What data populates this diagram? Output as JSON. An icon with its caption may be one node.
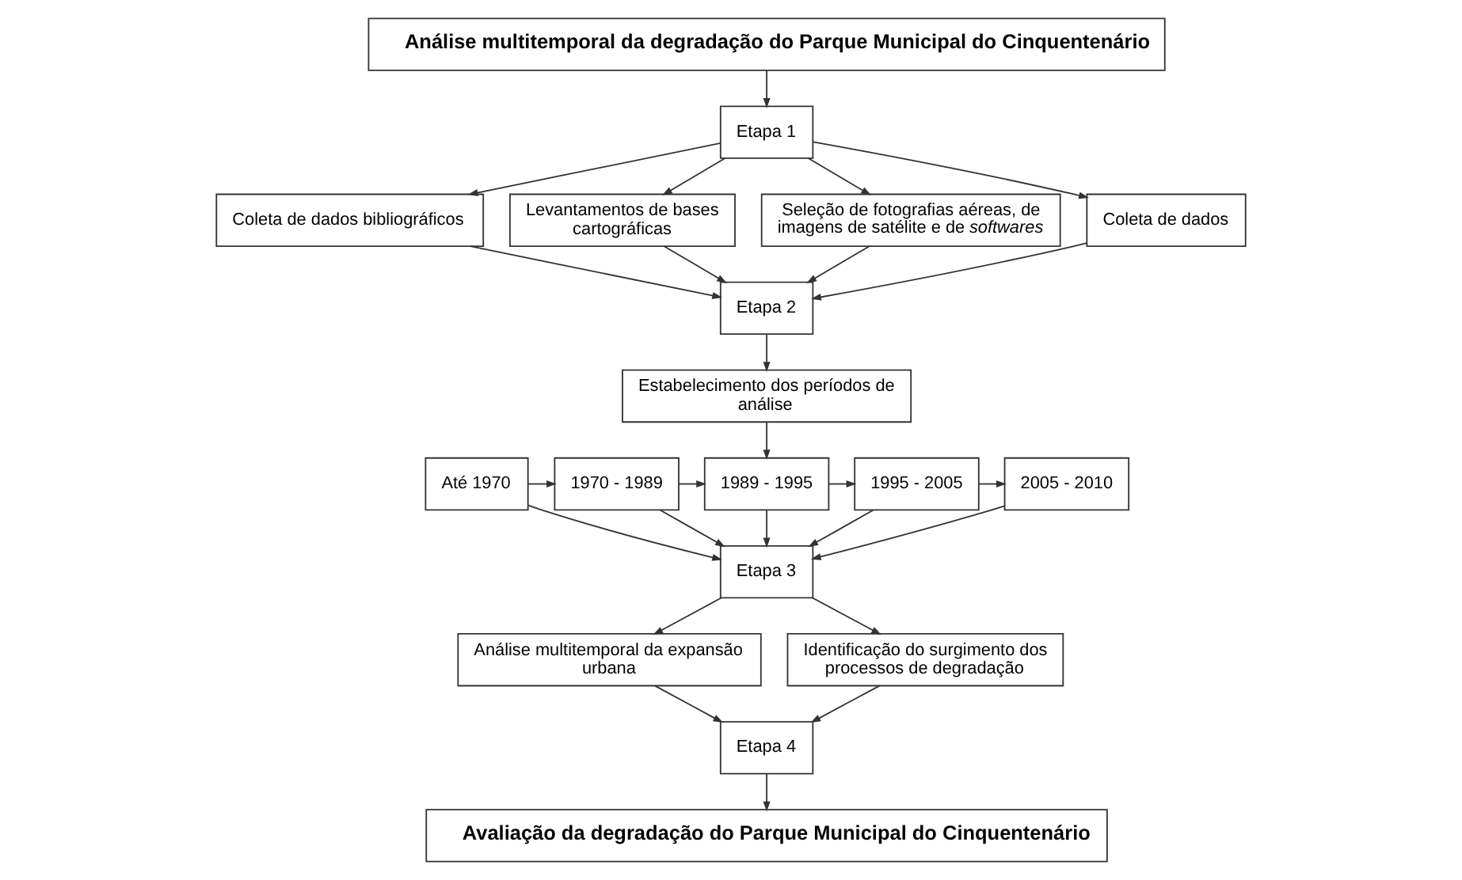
{
  "diagram": {
    "nodes": [
      {
        "text": [
          "Análise multitemporal da degradação do Parque Municipal do Cinquentenário"
        ]
      },
      {
        "text": [
          "Etapa 1"
        ]
      },
      {
        "text": [
          "Coleta de dados bibliográficos"
        ]
      },
      {
        "text": [
          "Levantamentos de bases cartográficas"
        ]
      },
      {
        "text": [
          "Seleção de fotografias aéreas, de imagens de satélite e de *softwares*"
        ]
      },
      {
        "text": [
          "Coleta de dados"
        ]
      },
      {
        "text": [
          "Etapa 2"
        ]
      },
      {
        "text": [
          "Estabelecimento dos períodos de análise"
        ]
      },
      {
        "text": [
          "Até 1970"
        ]
      },
      {
        "text": [
          "1970 - 1989"
        ]
      },
      {
        "text": [
          "1989 - 1995"
        ]
      },
      {
        "text": [
          "1995 - 2005"
        ]
      },
      {
        "text": [
          "2005 - 2010"
        ]
      },
      {
        "text": [
          "Etapa 3"
        ]
      },
      {
        "text": [
          "Análise multitemporal da expansão urbana"
        ]
      },
      {
        "text": [
          "Identificação do surgimento dos processos de degradação"
        ]
      },
      {
        "text": [
          "Etapa 4"
        ]
      },
      {
        "text": [
          "Avaliação da degradação do Parque Municipal do Cinquentenário"
        ]
      }
    ],
    "edges": [
      {
        "from": 0,
        "to": 1,
        "arrow": "to"
      },
      {
        "from": 1,
        "to": 2,
        "arrow": "to"
      },
      {
        "from": 1,
        "to": 3,
        "arrow": "to"
      },
      {
        "from": 1,
        "to": 4,
        "arrow": "to"
      },
      {
        "from": 1,
        "to": 5,
        "arrow": "to"
      },
      {
        "from": 2,
        "to": 6,
        "arrow": "to"
      },
      {
        "from": 3,
        "to": 6,
        "arrow": "to"
      },
      {
        "from": 4,
        "to": 6,
        "arrow": "to"
      },
      {
        "from": 5,
        "to": 6,
        "arrow": "to"
      },
      {
        "from": 6,
        "to": 7,
        "arrow": "to"
      },
      {
        "from": 7,
        "to": 10,
        "arrow": "to"
      },
      {
        "from": 8,
        "to": 9,
        "arrow": "to"
      },
      {
        "from": 9,
        "to": 10,
        "arrow": "to"
      },
      {
        "from": 10,
        "to": 11,
        "arrow": "to"
      },
      {
        "from": 11,
        "to": 12,
        "arrow": "to"
      },
      {
        "from": 8,
        "to": 13,
        "arrow": "to"
      },
      {
        "from": 9,
        "to": 13,
        "arrow": "to"
      },
      {
        "from": 10,
        "to": 13,
        "arrow": "to"
      },
      {
        "from": 11,
        "to": 13,
        "arrow": "to"
      },
      {
        "from": 12,
        "to": 13,
        "arrow": "to"
      },
      {
        "from": 13,
        "to": 14,
        "arrow": "to"
      },
      {
        "from": 13,
        "to": 15,
        "arrow": "to"
      },
      {
        "from": 14,
        "to": 16,
        "arrow": "to"
      },
      {
        "from": 15,
        "to": 16,
        "arrow": "to"
      },
      {
        "from": 16,
        "to": 17,
        "arrow": "to"
      }
    ]
  }
}
